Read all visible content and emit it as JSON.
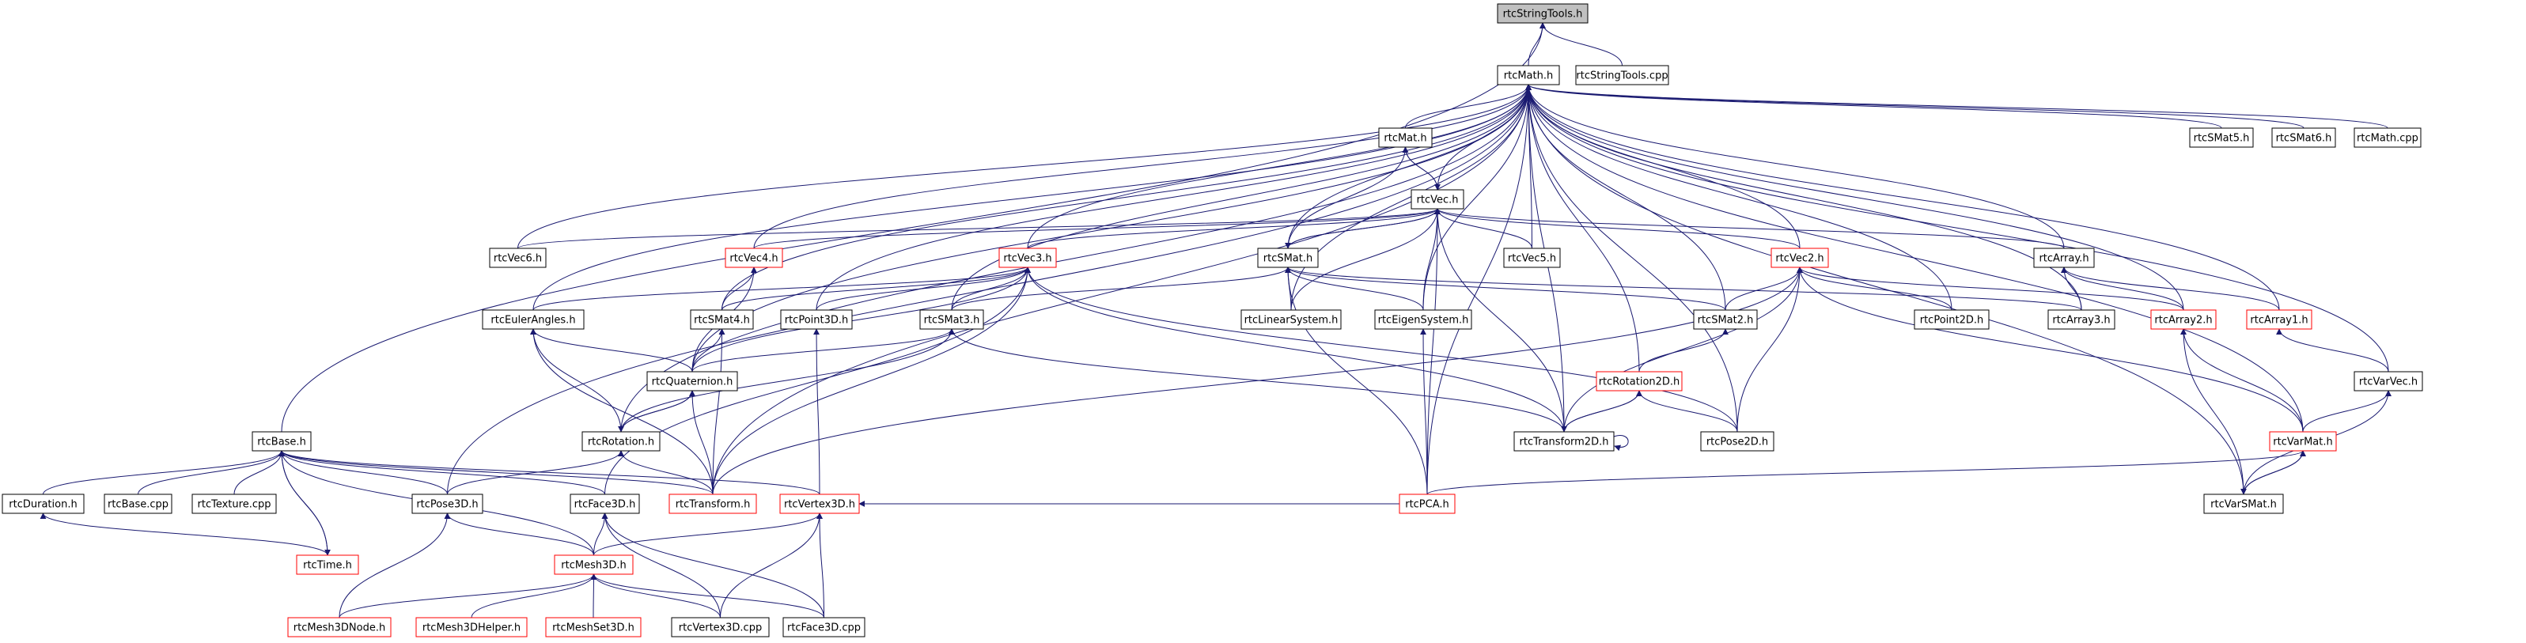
{
  "title": "",
  "colors": {
    "edge": "#191970",
    "node_border": "#000000",
    "node_border_red": "#ff0000",
    "root_fill": "#c0c0c0",
    "node_fill": "#ffffff",
    "text": "#000000"
  },
  "nodes": [
    {
      "id": "stringtools_h",
      "label": "rtcStringTools.h",
      "kind": "root"
    },
    {
      "id": "math_h",
      "label": "rtcMath.h"
    },
    {
      "id": "stringtools_cpp",
      "label": "rtcStringTools.cpp"
    },
    {
      "id": "mat_h",
      "label": "rtcMat.h"
    },
    {
      "id": "smat5_h",
      "label": "rtcSMat5.h"
    },
    {
      "id": "smat6_h",
      "label": "rtcSMat6.h"
    },
    {
      "id": "math_cpp",
      "label": "rtcMath.cpp"
    },
    {
      "id": "vec_h",
      "label": "rtcVec.h"
    },
    {
      "id": "vec6_h",
      "label": "rtcVec6.h"
    },
    {
      "id": "vec4_h",
      "label": "rtcVec4.h",
      "red": true
    },
    {
      "id": "vec3_h",
      "label": "rtcVec3.h",
      "red": true
    },
    {
      "id": "smat_h",
      "label": "rtcSMat.h"
    },
    {
      "id": "vec5_h",
      "label": "rtcVec5.h"
    },
    {
      "id": "vec2_h",
      "label": "rtcVec2.h",
      "red": true
    },
    {
      "id": "array_h",
      "label": "rtcArray.h"
    },
    {
      "id": "eulerangles_h",
      "label": "rtcEulerAngles.h"
    },
    {
      "id": "smat4_h",
      "label": "rtcSMat4.h"
    },
    {
      "id": "point3d_h",
      "label": "rtcPoint3D.h"
    },
    {
      "id": "linearsystem_h",
      "label": "rtcLinearSystem.h"
    },
    {
      "id": "eigensystem_h",
      "label": "rtcEigenSystem.h"
    },
    {
      "id": "smat2_h",
      "label": "rtcSMat2.h"
    },
    {
      "id": "point2d_h",
      "label": "rtcPoint2D.h"
    },
    {
      "id": "array3_h",
      "label": "rtcArray3.h"
    },
    {
      "id": "array2_h",
      "label": "rtcArray2.h",
      "red": true
    },
    {
      "id": "array1_h",
      "label": "rtcArray1.h",
      "red": true
    },
    {
      "id": "smat3_h",
      "label": "rtcSMat3.h"
    },
    {
      "id": "quaternion_h",
      "label": "rtcQuaternion.h"
    },
    {
      "id": "rotation2d_h",
      "label": "rtcRotation2D.h",
      "red": true
    },
    {
      "id": "varvec_h",
      "label": "rtcVarVec.h"
    },
    {
      "id": "base_h",
      "label": "rtcBase.h"
    },
    {
      "id": "rotation_h",
      "label": "rtcRotation.h"
    },
    {
      "id": "transform2d_h",
      "label": "rtcTransform2D.h"
    },
    {
      "id": "pose2d_h",
      "label": "rtcPose2D.h"
    },
    {
      "id": "varmat_h",
      "label": "rtcVarMat.h",
      "red": true
    },
    {
      "id": "duration_h",
      "label": "rtcDuration.h"
    },
    {
      "id": "base_cpp",
      "label": "rtcBase.cpp"
    },
    {
      "id": "texture_cpp",
      "label": "rtcTexture.cpp"
    },
    {
      "id": "pose3d_h",
      "label": "rtcPose3D.h"
    },
    {
      "id": "face3d_h",
      "label": "rtcFace3D.h"
    },
    {
      "id": "transform_h",
      "label": "rtcTransform.h",
      "red": true
    },
    {
      "id": "vertex3d_h",
      "label": "rtcVertex3D.h",
      "red": true
    },
    {
      "id": "pca_h",
      "label": "rtcPCA.h",
      "red": true
    },
    {
      "id": "varsmat_h",
      "label": "rtcVarSMat.h"
    },
    {
      "id": "time_h",
      "label": "rtcTime.h",
      "red": true
    },
    {
      "id": "mesh3d_h",
      "label": "rtcMesh3D.h",
      "red": true
    },
    {
      "id": "mesh3dnode_h",
      "label": "rtcMesh3DNode.h",
      "red": true
    },
    {
      "id": "mesh3dhelper_h",
      "label": "rtcMesh3DHelper.h",
      "red": true
    },
    {
      "id": "meshset3d_h",
      "label": "rtcMeshSet3D.h",
      "red": true
    },
    {
      "id": "vertex3d_cpp",
      "label": "rtcVertex3D.cpp"
    },
    {
      "id": "face3d_cpp",
      "label": "rtcFace3D.cpp"
    }
  ],
  "edges": [
    [
      "math_h",
      "stringtools_h"
    ],
    [
      "stringtools_cpp",
      "stringtools_h"
    ],
    [
      "base_h",
      "stringtools_h"
    ],
    [
      "mat_h",
      "math_h"
    ],
    [
      "smat5_h",
      "math_h"
    ],
    [
      "smat6_h",
      "math_h"
    ],
    [
      "math_cpp",
      "math_h"
    ],
    [
      "vec_h",
      "math_h"
    ],
    [
      "vec6_h",
      "math_h"
    ],
    [
      "vec4_h",
      "math_h"
    ],
    [
      "vec3_h",
      "math_h"
    ],
    [
      "smat_h",
      "math_h"
    ],
    [
      "vec5_h",
      "math_h"
    ],
    [
      "vec2_h",
      "math_h"
    ],
    [
      "array_h",
      "math_h"
    ],
    [
      "eulerangles_h",
      "math_h"
    ],
    [
      "smat4_h",
      "math_h"
    ],
    [
      "point3d_h",
      "math_h"
    ],
    [
      "linearsystem_h",
      "math_h"
    ],
    [
      "eigensystem_h",
      "math_h"
    ],
    [
      "smat2_h",
      "math_h"
    ],
    [
      "point2d_h",
      "math_h"
    ],
    [
      "array3_h",
      "math_h"
    ],
    [
      "array2_h",
      "math_h"
    ],
    [
      "array1_h",
      "math_h"
    ],
    [
      "smat3_h",
      "math_h"
    ],
    [
      "quaternion_h",
      "math_h"
    ],
    [
      "rotation2d_h",
      "math_h"
    ],
    [
      "varvec_h",
      "math_h"
    ],
    [
      "rotation_h",
      "math_h"
    ],
    [
      "transform2d_h",
      "math_h"
    ],
    [
      "pose2d_h",
      "math_h"
    ],
    [
      "varmat_h",
      "math_h"
    ],
    [
      "pose3d_h",
      "math_h"
    ],
    [
      "transform_h",
      "math_h"
    ],
    [
      "pca_h",
      "math_h"
    ],
    [
      "varsmat_h",
      "math_h"
    ],
    [
      "vec_h",
      "mat_h"
    ],
    [
      "smat_h",
      "mat_h"
    ],
    [
      "mat_h",
      "vec_h"
    ],
    [
      "vec6_h",
      "vec_h"
    ],
    [
      "vec4_h",
      "vec_h"
    ],
    [
      "vec3_h",
      "vec_h"
    ],
    [
      "smat_h",
      "vec_h"
    ],
    [
      "vec5_h",
      "vec_h"
    ],
    [
      "vec2_h",
      "vec_h"
    ],
    [
      "array_h",
      "vec_h"
    ],
    [
      "linearsystem_h",
      "vec_h"
    ],
    [
      "eigensystem_h",
      "vec_h"
    ],
    [
      "transform2d_h",
      "vec_h"
    ],
    [
      "pca_h",
      "vec_h"
    ],
    [
      "vec_h",
      "smat_h"
    ],
    [
      "smat3_h",
      "smat_h"
    ],
    [
      "point3d_h",
      "vec3_h"
    ],
    [
      "smat3_h",
      "vec3_h"
    ],
    [
      "smat4_h",
      "vec3_h"
    ],
    [
      "quaternion_h",
      "vec3_h"
    ],
    [
      "face3d_h",
      "vec3_h"
    ],
    [
      "transform_h",
      "vec3_h"
    ],
    [
      "transform2d_h",
      "vec3_h"
    ],
    [
      "pose2d_h",
      "vec3_h"
    ],
    [
      "eulerangles_h",
      "vec3_h"
    ],
    [
      "linearsystem_h",
      "smat_h"
    ],
    [
      "eigensystem_h",
      "smat_h"
    ],
    [
      "smat2_h",
      "smat_h"
    ],
    [
      "array3_h",
      "smat_h"
    ],
    [
      "pca_h",
      "smat_h"
    ],
    [
      "point2d_h",
      "vec2_h"
    ],
    [
      "smat2_h",
      "vec2_h"
    ],
    [
      "transform2d_h",
      "vec2_h"
    ],
    [
      "pose2d_h",
      "vec2_h"
    ],
    [
      "array2_h",
      "vec2_h"
    ],
    [
      "varmat_h",
      "vec2_h"
    ],
    [
      "transform_h",
      "vec2_h"
    ],
    [
      "array3_h",
      "array_h"
    ],
    [
      "array2_h",
      "array_h"
    ],
    [
      "array1_h",
      "array_h"
    ],
    [
      "varvec_h",
      "array1_h"
    ],
    [
      "varmat_h",
      "array2_h"
    ],
    [
      "varsmat_h",
      "array2_h"
    ],
    [
      "quaternion_h",
      "vec4_h"
    ],
    [
      "smat4_h",
      "vec4_h"
    ],
    [
      "quaternion_h",
      "smat4_h"
    ],
    [
      "transform_h",
      "smat4_h"
    ],
    [
      "vertex3d_h",
      "point3d_h"
    ],
    [
      "quaternion_h",
      "smat3_h"
    ],
    [
      "rotation_h",
      "smat3_h"
    ],
    [
      "transform2d_h",
      "smat3_h"
    ],
    [
      "rotation2d_h",
      "smat2_h"
    ],
    [
      "transform2d_h",
      "rotation2d_h"
    ],
    [
      "pose2d_h",
      "rotation2d_h"
    ],
    [
      "rotation_h",
      "quaternion_h"
    ],
    [
      "transform_h",
      "quaternion_h"
    ],
    [
      "quaternion_h",
      "rotation_h"
    ],
    [
      "rotation_h",
      "eulerangles_h"
    ],
    [
      "quaternion_h",
      "eulerangles_h"
    ],
    [
      "transform_h",
      "eulerangles_h"
    ],
    [
      "transform_h",
      "rotation_h"
    ],
    [
      "pose3d_h",
      "rotation_h"
    ],
    [
      "pca_h",
      "eigensystem_h"
    ],
    [
      "varmat_h",
      "varvec_h"
    ],
    [
      "varsmat_h",
      "varvec_h"
    ],
    [
      "pca_h",
      "varmat_h"
    ],
    [
      "varsmat_h",
      "varmat_h"
    ],
    [
      "varmat_h",
      "varsmat_h"
    ],
    [
      "rotation2d_h",
      "transform2d_h"
    ],
    [
      "transform2d_h",
      "transform2d_h"
    ],
    [
      "pca_h",
      "vertex3d_h"
    ],
    [
      "duration_h",
      "base_h"
    ],
    [
      "base_cpp",
      "base_h"
    ],
    [
      "texture_cpp",
      "base_h"
    ],
    [
      "time_h",
      "base_h"
    ],
    [
      "pose3d_h",
      "base_h"
    ],
    [
      "face3d_h",
      "base_h"
    ],
    [
      "transform_h",
      "base_h"
    ],
    [
      "vertex3d_h",
      "base_h"
    ],
    [
      "mesh3d_h",
      "base_h"
    ],
    [
      "base_h",
      "time_h"
    ],
    [
      "time_h",
      "duration_h"
    ],
    [
      "mesh3d_h",
      "pose3d_h"
    ],
    [
      "mesh3dnode_h",
      "pose3d_h"
    ],
    [
      "mesh3d_h",
      "face3d_h"
    ],
    [
      "face3d_cpp",
      "face3d_h"
    ],
    [
      "vertex3d_cpp",
      "face3d_h"
    ],
    [
      "mesh3d_h",
      "vertex3d_h"
    ],
    [
      "vertex3d_cpp",
      "vertex3d_h"
    ],
    [
      "face3d_cpp",
      "vertex3d_h"
    ],
    [
      "mesh3dnode_h",
      "mesh3d_h"
    ],
    [
      "mesh3dhelper_h",
      "mesh3d_h"
    ],
    [
      "meshset3d_h",
      "mesh3d_h"
    ],
    [
      "vertex3d_cpp",
      "mesh3d_h"
    ],
    [
      "face3d_cpp",
      "mesh3d_h"
    ]
  ]
}
